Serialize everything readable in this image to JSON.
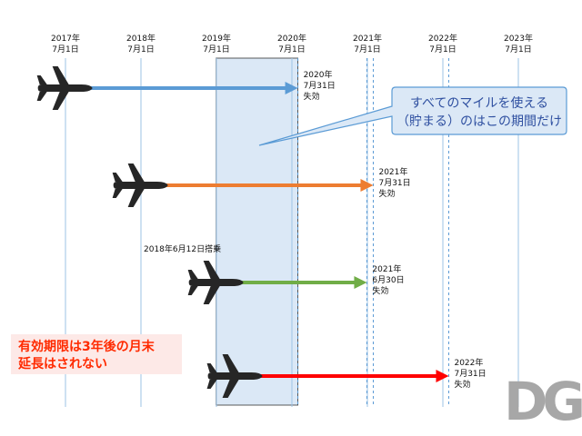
{
  "timeline": {
    "years": [
      {
        "year": "2017年",
        "date": "7月1日"
      },
      {
        "year": "2018年",
        "date": "7月1日"
      },
      {
        "year": "2019年",
        "date": "7月1日"
      },
      {
        "year": "2020年",
        "date": "7月1日"
      },
      {
        "year": "2021年",
        "date": "7月1日"
      },
      {
        "year": "2022年",
        "date": "7月1日"
      },
      {
        "year": "2023年",
        "date": "7月1日"
      }
    ]
  },
  "flights": [
    {
      "start": "2017-07-01",
      "expiry": "2020-07-31",
      "expiry_labels": [
        "2020年",
        "7月31日",
        "失効"
      ],
      "color": "#5b9bd5"
    },
    {
      "start": "2018-07-01",
      "expiry": "2021-07-31",
      "expiry_labels": [
        "2021年",
        "7月31日",
        "失効"
      ],
      "color": "#ed7d31"
    },
    {
      "start": "2019-07-01",
      "expiry": "2021-06-30",
      "expiry_labels": [
        "2021年",
        "6月30日",
        "失効"
      ],
      "color": "#70ad47",
      "boarding_label": "2018年6月12日搭乗"
    },
    {
      "start": "2019-10-01",
      "expiry": "2022-07-31",
      "expiry_labels": [
        "2022年",
        "7月31日",
        "失効"
      ],
      "color": "#ff0000"
    }
  ],
  "highlight_period": {
    "start": "2019-07-01",
    "end": "2020-07-31",
    "color": "#dbe8f6"
  },
  "callout": {
    "lines": [
      "すべてのマイルを使える",
      "（貯まる）のはこの期間だけ"
    ],
    "fill": "#dbe8f6",
    "stroke": "#5b9bd5",
    "text_color": "#2e4fa0"
  },
  "note": {
    "lines": [
      "有効期限は3年後の月末",
      "延長はされない"
    ],
    "fill": "#fde9e7",
    "text_color": "#ff2a00"
  },
  "logo": {
    "text": "DG"
  }
}
